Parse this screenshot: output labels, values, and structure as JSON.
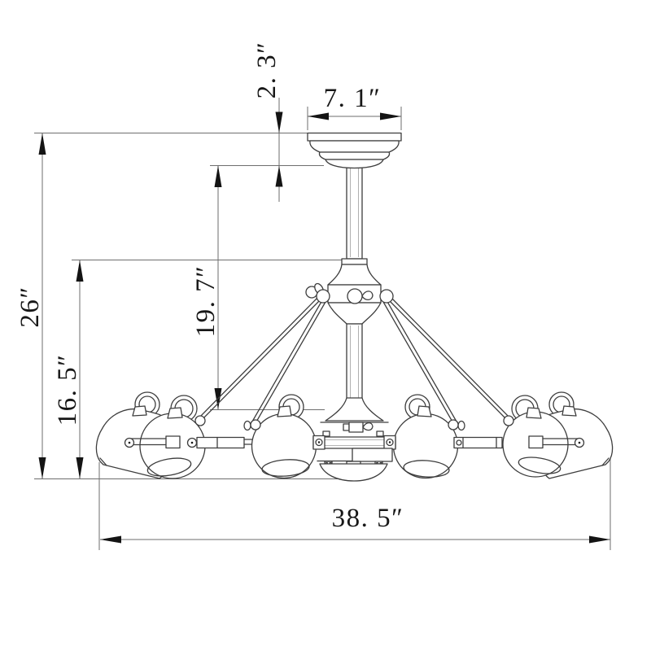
{
  "drawing": {
    "background_color": "#ffffff",
    "line_color": "#3d3d3d",
    "dimension_line_color": "#6e6e6e",
    "label_color": "#171717",
    "labels": {
      "canopy_width": "7. 1″",
      "canopy_height": "2. 3″",
      "drop_to_arms": "19. 7″",
      "overall_height": "26″",
      "fixture_body_height": "16. 5″",
      "overall_width": "38. 5″"
    }
  }
}
